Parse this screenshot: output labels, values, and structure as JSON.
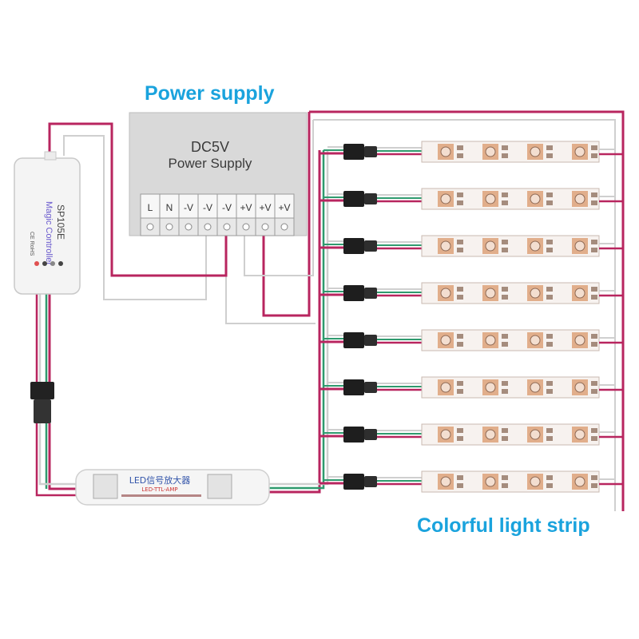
{
  "labels": {
    "power_supply_heading": "Power supply",
    "light_strip_caption": "Colorful light strip"
  },
  "psu": {
    "line1": "DC5V",
    "line2": "Power Supply",
    "terminals": [
      "L",
      "N",
      "-V",
      "-V",
      "-V",
      "+V",
      "+V",
      "+V"
    ]
  },
  "controller": {
    "model": "SP105E",
    "name": "Magic Controller",
    "cert": "CE RoHS"
  },
  "amplifier": {
    "title": "LED信号放大器",
    "subtitle": "LED-TTL-AMP"
  },
  "strip_count": 8,
  "colors": {
    "wire_power": "#b8255f",
    "wire_signal": "#2f9a6e",
    "wire_white": "#cfcfcf",
    "accent": "#1aa3dd",
    "led_chip": "#d9976a"
  }
}
